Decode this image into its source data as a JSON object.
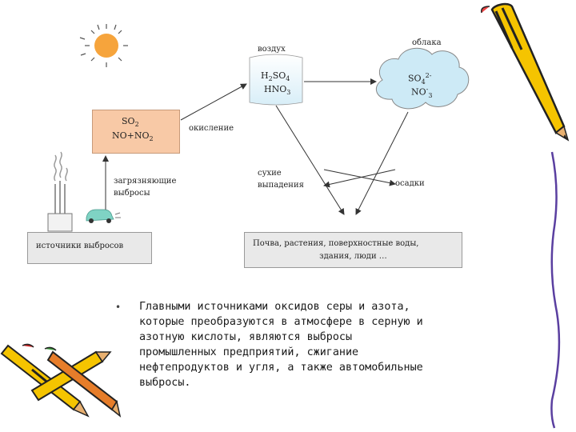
{
  "diagram": {
    "nodes": {
      "air_label": "воздух",
      "air_line1": "H",
      "air_sub1": "2",
      "air_mid": "SO",
      "air_sub2": "4",
      "air_line2a": "HNO",
      "air_line2b": "3",
      "clouds_label": "облака",
      "cloud_line1a": "SO",
      "cloud_line1b": "4",
      "cloud_line1c": "2-",
      "cloud_line2a": "NO",
      "cloud_line2b": "-",
      "cloud_line2c": "3",
      "so2_line1a": "SO",
      "so2_line1b": "2",
      "so2_line2a": "NO+NO",
      "so2_line2b": "2",
      "sources_box": "источники выбросов",
      "soil_line1": "Почва, растения, поверхностные воды,",
      "soil_line2": "здания, люди …"
    },
    "edges": {
      "oxidation": "окисление",
      "pollutant_line1": "загрязняющие",
      "pollutant_line2": "выбросы",
      "dry_line1": "сухие",
      "dry_line2": "выпадения",
      "precipitation": "осадки"
    },
    "colors": {
      "sun": "#f6a43c",
      "so2_box": "#f8c9a6",
      "cloud_fill": "#cdeaf6",
      "air_fill": "#d8eef8",
      "car": "#7fd3c4",
      "grey_box": "#e9e9e9"
    }
  },
  "caption": {
    "bullet": "•",
    "lines": [
      "Главными источниками оксидов серы и азота,",
      "которые преобразуются в атмосфере в серную и",
      "азотную кислоты, являются выбросы",
      "промышленных предприятий, сжигание",
      "нефтепродуктов и угля, а также автомобильные",
      "выбросы."
    ]
  },
  "decorations": {
    "icons": [
      "sun-icon",
      "factory-icon",
      "car-icon",
      "pencil-icon",
      "crayons-icon"
    ]
  }
}
